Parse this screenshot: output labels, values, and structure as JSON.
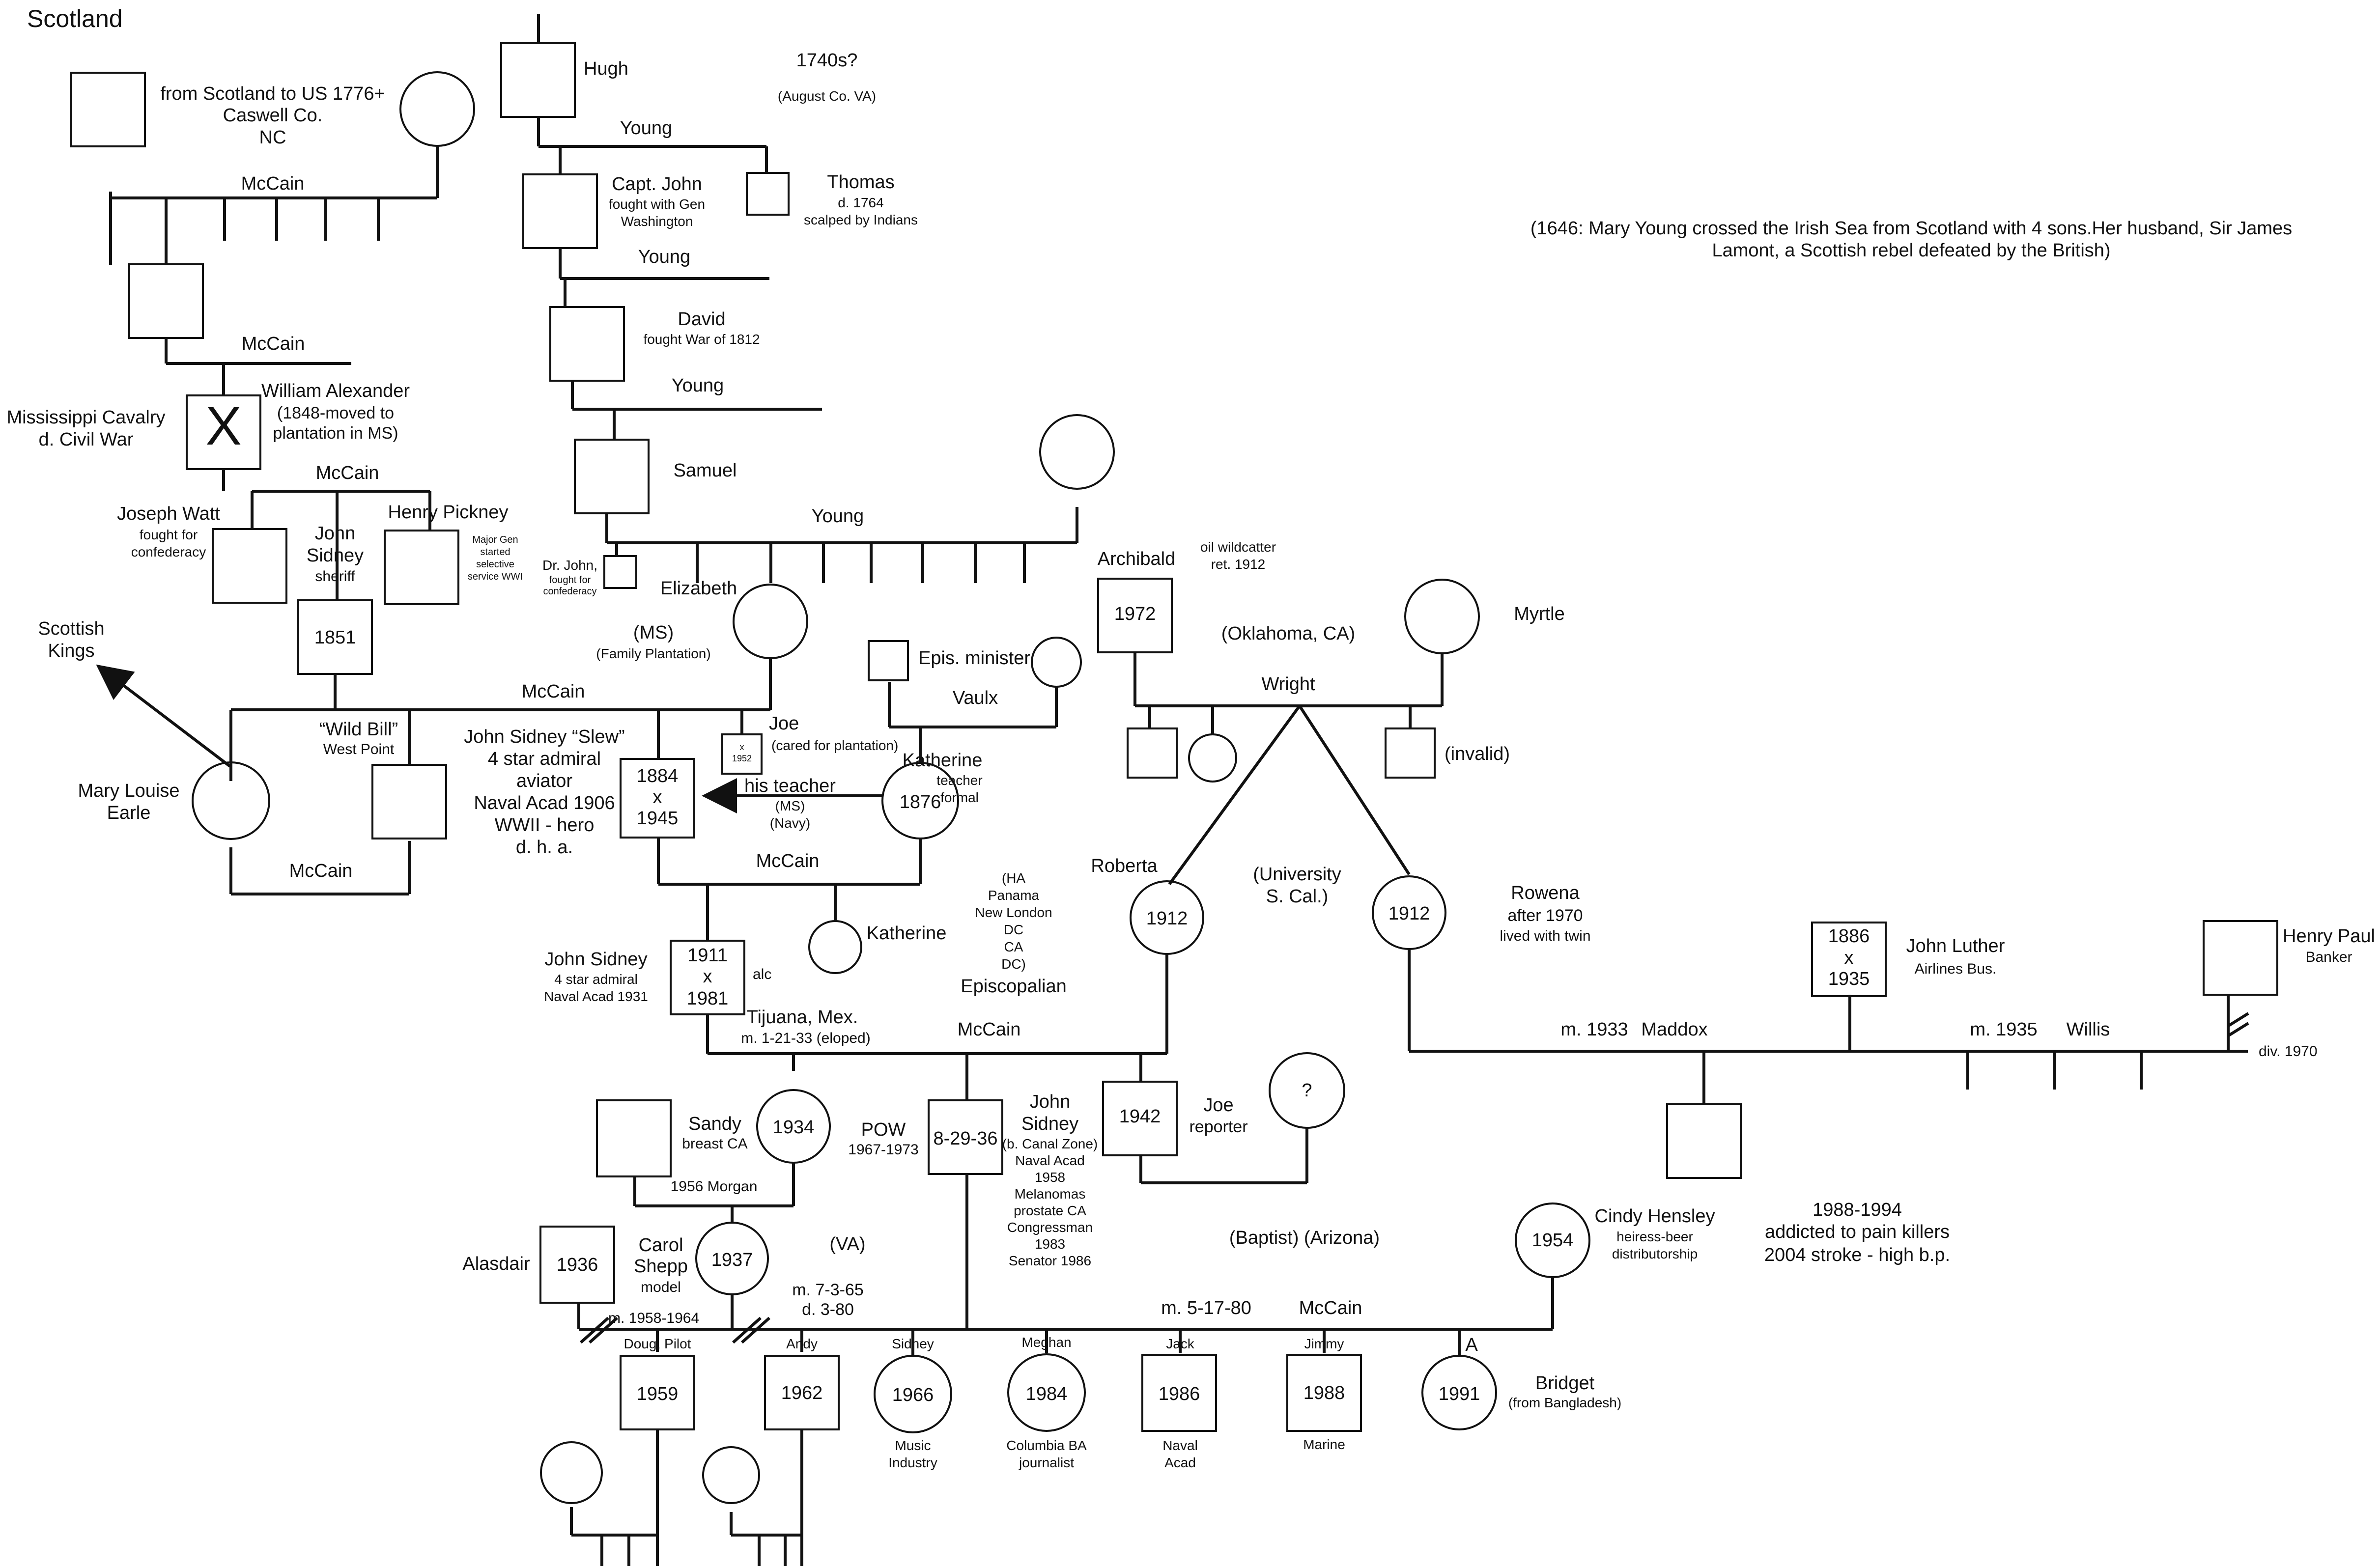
{
  "title": "Scotland",
  "note": {
    "line1": "(1646: Mary Young crossed the Irish Sea from Scotland with 4 sons.Her husband, Sir James",
    "line2": "Lamont, a Scottish rebel defeated by the British)"
  },
  "colors": {
    "ink": "#111111",
    "background": "#ffffff"
  },
  "labels": {
    "emigrant_1": "from Scotland to US 1776+",
    "emigrant_2": "Caswell Co.",
    "emigrant_3": "NC",
    "hugh": "Hugh",
    "era": "1740s?",
    "august_co": "(August Co. VA)",
    "capt_john": "Capt. John",
    "capt_john_note_1": "fought with Gen",
    "capt_john_note_2": "Washington",
    "thomas": "Thomas",
    "thomas_d": "d. 1764",
    "thomas_note": "scalped by Indians",
    "david": "David",
    "david_note": "fought War of 1812",
    "samuel": "Samuel",
    "miss_cav_1": "Mississippi Cavalry",
    "miss_cav_2": "d. Civil War",
    "wm_alex_1": "William Alexander",
    "wm_alex_2": "(1848-moved to",
    "wm_alex_3": "plantation in MS)",
    "joseph_watt": "Joseph Watt",
    "joseph_note_1": "fought for",
    "joseph_note_2": "confederacy",
    "john_sidney_a_1": "John",
    "john_sidney_a_2": "Sidney",
    "sheriff": "sheriff",
    "henry_pickney": "Henry Pickney",
    "henry_note_1": "Major Gen",
    "henry_note_2": "started",
    "henry_note_3": "selective",
    "henry_note_4": "service WWI",
    "dr_john": "Dr. John,",
    "dr_john_note_1": "fought for",
    "dr_john_note_2": "confederacy",
    "elizabeth": "Elizabeth",
    "ms": "(MS)",
    "family_plantation": "(Family Plantation)",
    "scottish_kings_1": "Scottish",
    "scottish_kings_2": "Kings",
    "wild_bill": "“Wild Bill”",
    "west_point": "West Point",
    "slew_1": "John Sidney “Slew”",
    "slew_2": "4 star admiral",
    "slew_3": "aviator",
    "slew_4": "Naval Acad 1906",
    "slew_5": "WWII - hero",
    "slew_6": "d. h. a.",
    "mary_louise_1": "Mary Louise",
    "mary_louise_2": "Earle",
    "joe_a": "Joe",
    "joe_a_note": "(cared for plantation)",
    "his_teacher": "his teacher",
    "ms2": "(MS)",
    "navy": "(Navy)",
    "episc_minister": "Epis. minister",
    "vaulx": "Vaulx",
    "katherine_a": "Katherine",
    "katherine_note_1": "teacher",
    "katherine_note_2": "formal",
    "katherine_b": "Katherine",
    "ha_1": "(HA",
    "ha_2": "Panama",
    "ha_3": "New London",
    "ha_4": "DC",
    "ha_5": "CA",
    "ha_6": "DC)",
    "episcopalian": "Episcopalian",
    "jsm2_1": "John Sidney",
    "jsm2_2": "4 star admiral",
    "jsm2_3": "Naval Acad 1931",
    "alc": "alc",
    "tijuana": "Tijuana, Mex.",
    "eloped": "m. 1-21-33  (eloped)",
    "archibald": "Archibald",
    "oil_1": "oil wildcatter",
    "oil_2": "ret. 1912",
    "oklahoma": "(Oklahoma, CA)",
    "myrtle": "Myrtle",
    "invalid": "(invalid)",
    "roberta": "Roberta",
    "usc_1": "(University",
    "usc_2": "S. Cal.)",
    "rowena": "Rowena",
    "rowena_1": "after 1970",
    "rowena_2": "lived with twin",
    "john_luther": "John Luther",
    "airlines": "Airlines Bus.",
    "henry_paul": "Henry Paul",
    "banker": "Banker",
    "m1933": "m. 1933",
    "maddox": "Maddox",
    "m1935": "m. 1935",
    "willis": "Willis",
    "div1970": "div. 1970",
    "sandy": "Sandy",
    "breast_ca": "breast CA",
    "morgan": "1956 Morgan",
    "pow": "POW",
    "pow_years": "1967-1973",
    "jsm3_1": "John",
    "jsm3_2": "Sidney",
    "jsm3_3": "(b. Canal Zone)",
    "jsm3_4": "Naval Acad",
    "jsm3_5": "1958",
    "jsm3_6": "Melanomas",
    "jsm3_7": "prostate CA",
    "jsm3_8": "Congressman",
    "jsm3_9": "1983",
    "jsm3_10": "Senator 1986",
    "joe_b": "Joe",
    "reporter": "reporter",
    "question": "?",
    "alasdair": "Alasdair",
    "carol_1": "Carol",
    "carol_2": "Shepp",
    "model": "model",
    "va": "(VA)",
    "m_7_3_65": "m. 7-3-65",
    "d_3_80": "d. 3-80",
    "baptist": "(Baptist) (Arizona)",
    "addicted_1": "1988-1994",
    "addicted_2": "addicted to pain killers",
    "addicted_3": "2004 stroke - high b.p.",
    "cindy": "Cindy Hensley",
    "cindy_note_1": "heiress-beer",
    "cindy_note_2": "distributorship",
    "m_1958_1964": "m. 1958-1964",
    "m_5_17_80": "m. 5-17-80",
    "adopted": "A",
    "bridget": "Bridget",
    "bangladesh": "(from Bangladesh)",
    "doug": "Doug, Pilot",
    "andy": "Andy",
    "sidney": "Sidney",
    "meghan": "Meghan",
    "jack": "Jack",
    "jimmy": "Jimmy",
    "music_1": "Music",
    "music_2": "Industry",
    "columbia_1": "Columbia BA",
    "columbia_2": "journalist",
    "naval_1": "Naval",
    "naval_2": "Acad",
    "marine": "Marine",
    "x_mark": "X",
    "x_small": "x",
    "y1952": "1952"
  },
  "surnames": {
    "mccain": "McCain",
    "young": "Young",
    "wright": "Wright"
  },
  "years": {
    "y1851": "1851",
    "y1884": "1884",
    "y1945": "1945",
    "y1876": "1876",
    "y1972": "1972",
    "y1911": "1911",
    "y1981": "1981",
    "y1912": "1912",
    "y1886": "1886",
    "y1935": "1935",
    "y1934": "1934",
    "y8_29_36": "8-29-36",
    "y1942": "1942",
    "y1936": "1936",
    "y1937": "1937",
    "y1954": "1954",
    "y1959": "1959",
    "y1962": "1962",
    "y1966": "1966",
    "y1984": "1984",
    "y1986": "1986",
    "y1988": "1988",
    "y1991": "1991"
  }
}
